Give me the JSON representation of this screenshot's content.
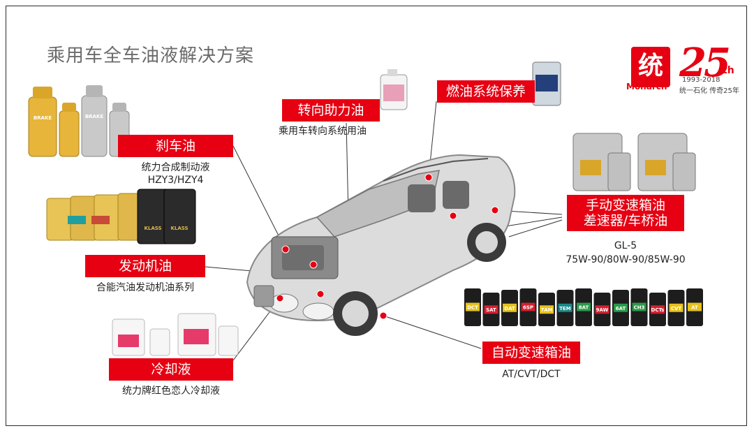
{
  "title": "乘用车全车油液解决方案",
  "logo": {
    "mark": "统",
    "brand": "Monarch",
    "anniversary": "25",
    "anniversary_suffix": "th",
    "years": "1993-2018",
    "slogan": "统一石化 传奇25年"
  },
  "labels": {
    "brake": {
      "name": "刹车油",
      "desc1": "统力合成制动液",
      "desc2": "HZY3/HZY4"
    },
    "steering": {
      "name": "转向助力油",
      "desc": "乘用车转向系统用油"
    },
    "fuel": {
      "name": "燃油系统保养"
    },
    "manual": {
      "name1": "手动变速箱油",
      "name2": "差速器/车桥油",
      "desc1": "GL-5",
      "desc2": "75W-90/80W-90/85W-90"
    },
    "engine": {
      "name": "发动机油",
      "desc": "合能汽油发动机油系列"
    },
    "auto": {
      "name": "自动变速箱油",
      "desc": "AT/CVT/DCT"
    },
    "coolant": {
      "name": "冷却液",
      "desc": "统力牌红色恋人冷却液"
    }
  },
  "product_texts": {
    "brake_bottle": "BRAKE",
    "engine_jug": "KLASS",
    "atf_labels": [
      "DCT",
      "SAT",
      "DAT",
      "6SP",
      "7AM",
      "TEM",
      "8AT",
      "9AW",
      "6AT",
      "CH3",
      "DCTs",
      "CVT",
      "AT"
    ]
  },
  "colors": {
    "accent": "#e60012",
    "title": "#6b6b6b"
  }
}
